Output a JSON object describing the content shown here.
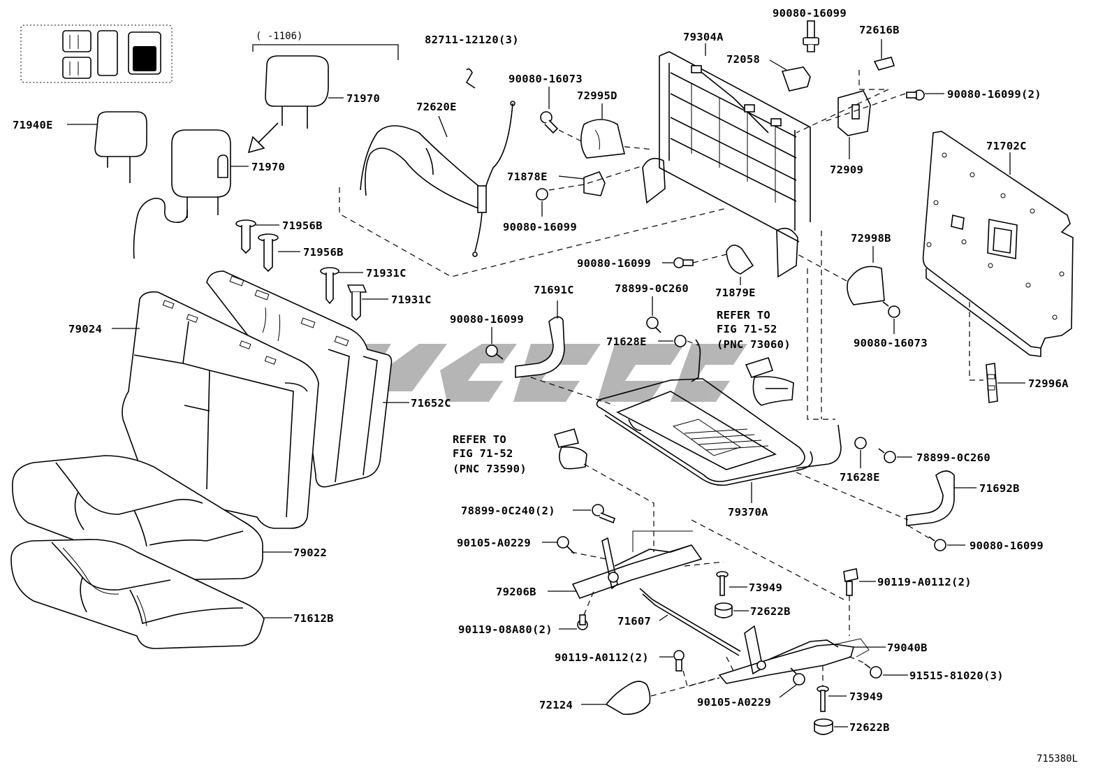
{
  "labels": {
    "date_range": "(      -1106)",
    "l82711": "82711-12120(3)",
    "l79304A": "79304A",
    "l90080_16099_top": "90080-16099",
    "l72616B": "72616B",
    "l72058": "72058",
    "l90080_16099_2": "90080-16099(2)",
    "l71970_top": "71970",
    "l71940E": "71940E",
    "l71970": "71970",
    "l72620E": "72620E",
    "l90080_16073": "90080-16073",
    "l72995D": "72995D",
    "l72909": "72909",
    "l71702C": "71702C",
    "l71878E": "71878E",
    "l90080_16099_mid": "90080-16099",
    "l71956B_1": "71956B",
    "l71956B_2": "71956B",
    "l72998B": "72998B",
    "l90080_16099_left": "90080-16099",
    "l71879E": "71879E",
    "l71931C_1": "71931C",
    "l71931C_2": "71931C",
    "l71691C": "71691C",
    "l78899_0C260": "78899-0C260",
    "l90080_16073_r": "90080-16073",
    "refer1_a": "REFER TO",
    "refer1_b": "FIG 71-52",
    "refer1_c": "(PNC 73060)",
    "l79024": "79024",
    "l90080_16099_b": "90080-16099",
    "l71628E_1": "71628E",
    "l72996A": "72996A",
    "l71652C": "71652C",
    "refer2_a": "REFER TO",
    "refer2_b": "FIG 71-52",
    "refer2_c": "(PNC 73590)",
    "l78899_0C260_r": "78899-0C260",
    "l71628E_2": "71628E",
    "l71692B": "71692B",
    "l79370A": "79370A",
    "l78899_0C240": "78899-0C240(2)",
    "l90105_A0229": "90105-A0229",
    "l90080_16099_br": "90080-16099",
    "l79022": "79022",
    "l73949_1": "73949",
    "l90119_A0112_r": "90119-A0112(2)",
    "l79206B": "79206B",
    "l72622B_1": "72622B",
    "l71612B": "71612B",
    "l71607": "71607",
    "l90119_08A80": "90119-08A80(2)",
    "l79040B": "79040B",
    "l90119_A0112_l": "90119-A0112(2)",
    "l91515": "91515-81020(3)",
    "l72124": "72124",
    "l90105_A0229_b": "90105-A0229",
    "l73949_2": "73949",
    "l72622B_2": "72622B",
    "fig_code": "715380L"
  },
  "icons": {
    "vehicle_layout": "seat-layout-icon",
    "watermark": "watermark-logo"
  }
}
